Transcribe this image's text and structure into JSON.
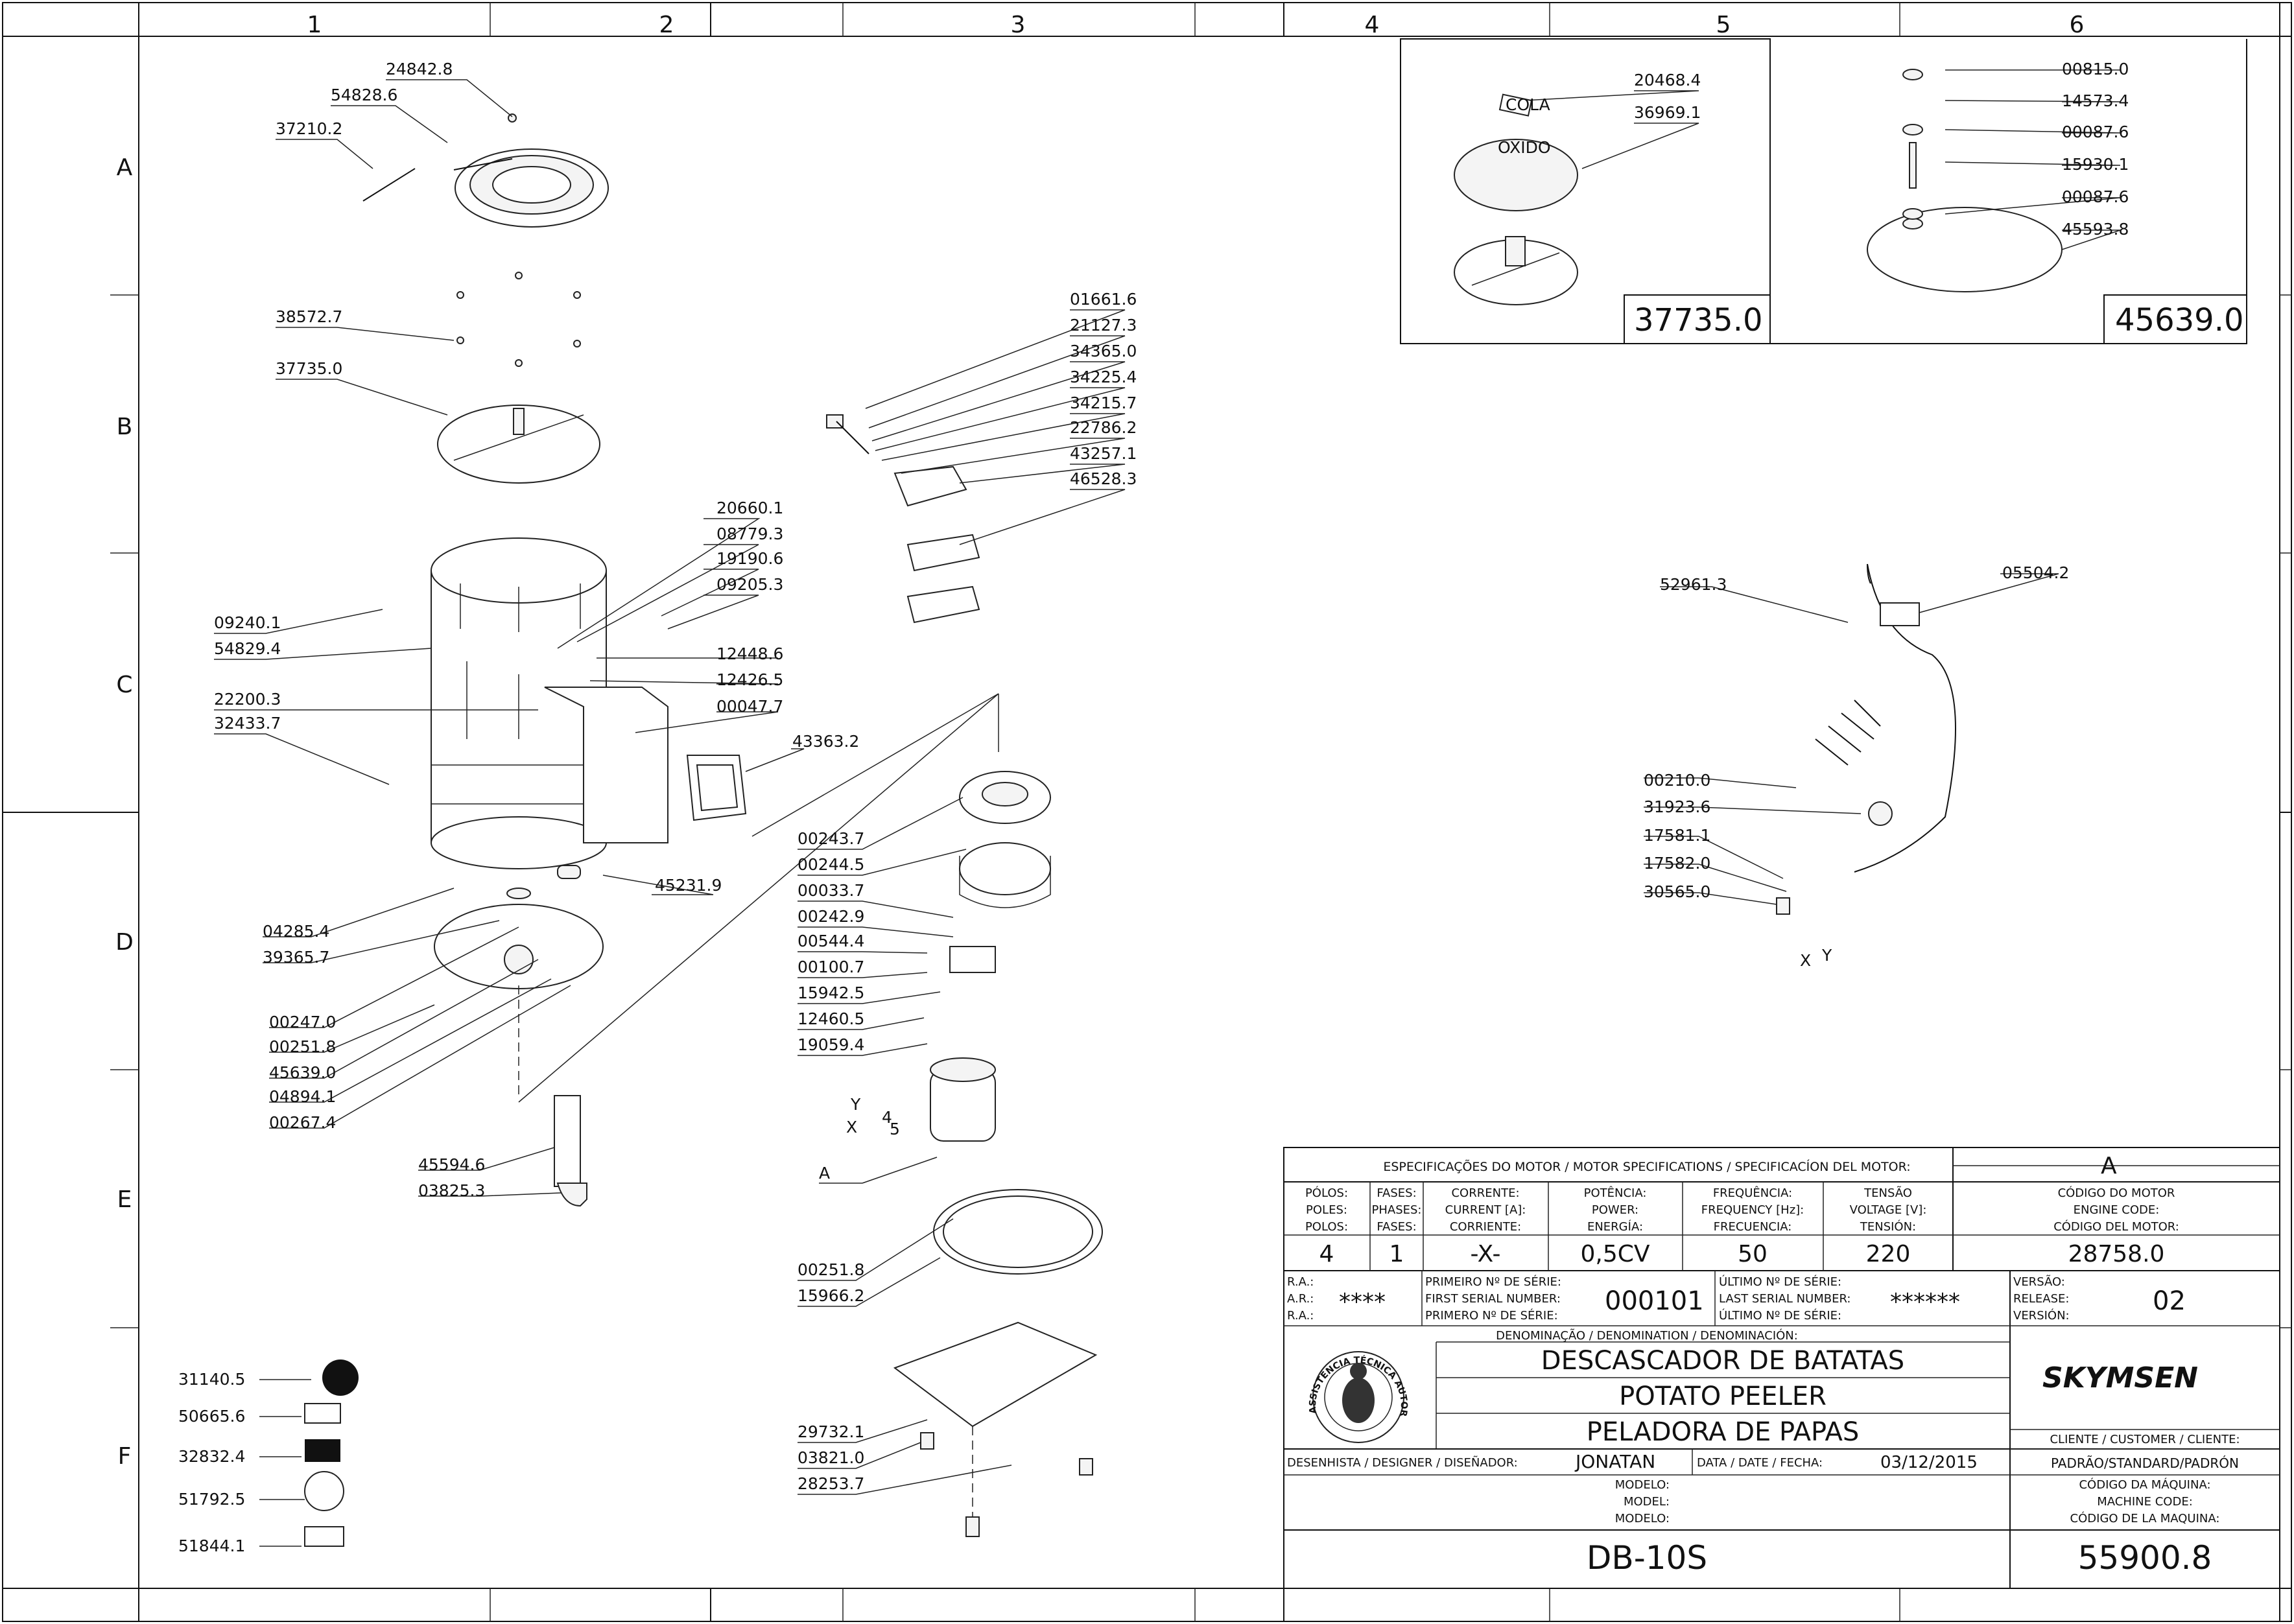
{
  "grid": {
    "columns": [
      "1",
      "2",
      "3",
      "4",
      "5",
      "6"
    ],
    "rows": [
      "A",
      "B",
      "C",
      "D",
      "E",
      "F"
    ]
  },
  "callouts": [
    {
      "text": "24842.8"
    },
    {
      "text": "54828.6"
    },
    {
      "text": "37210.2"
    },
    {
      "text": "38572.7"
    },
    {
      "text": "37735.0"
    },
    {
      "text": "09240.1"
    },
    {
      "text": "54829.4"
    },
    {
      "text": "22200.3"
    },
    {
      "text": "32433.7"
    },
    {
      "text": "20660.1"
    },
    {
      "text": "08779.3"
    },
    {
      "text": "19190.6"
    },
    {
      "text": "09205.3"
    },
    {
      "text": "12448.6"
    },
    {
      "text": "12426.5"
    },
    {
      "text": "00047.7"
    },
    {
      "text": "43363.2"
    },
    {
      "text": "45231.9"
    },
    {
      "text": "04285.4"
    },
    {
      "text": "39365.7"
    },
    {
      "text": "00247.0"
    },
    {
      "text": "00251.8"
    },
    {
      "text": "45639.0"
    },
    {
      "text": "04894.1"
    },
    {
      "text": "00267.4"
    },
    {
      "text": "45594.6"
    },
    {
      "text": "03825.3"
    },
    {
      "text": "31140.5"
    },
    {
      "text": "50665.6"
    },
    {
      "text": "32832.4"
    },
    {
      "text": "51792.5"
    },
    {
      "text": "51844.1"
    },
    {
      "text": "01661.6"
    },
    {
      "text": "21127.3"
    },
    {
      "text": "34365.0"
    },
    {
      "text": "34225.4"
    },
    {
      "text": "34215.7"
    },
    {
      "text": "22786.2"
    },
    {
      "text": "43257.1"
    },
    {
      "text": "46528.3"
    },
    {
      "text": "00243.7"
    },
    {
      "text": "00244.5"
    },
    {
      "text": "00033.7"
    },
    {
      "text": "00242.9"
    },
    {
      "text": "00544.4"
    },
    {
      "text": "00100.7"
    },
    {
      "text": "15942.5"
    },
    {
      "text": "12460.5"
    },
    {
      "text": "19059.4"
    },
    {
      "text": "00251.8"
    },
    {
      "text": "15966.2"
    },
    {
      "text": "29732.1"
    },
    {
      "text": "03821.0"
    },
    {
      "text": "28253.7"
    },
    {
      "text": "20468.4"
    },
    {
      "text": "36969.1"
    },
    {
      "text": "00815.0"
    },
    {
      "text": "14573.4"
    },
    {
      "text": "00087.6"
    },
    {
      "text": "15930.1"
    },
    {
      "text": "00087.6"
    },
    {
      "text": "45593.8"
    },
    {
      "text": "52961.3"
    },
    {
      "text": "05504.2"
    },
    {
      "text": "00210.0"
    },
    {
      "text": "31923.6"
    },
    {
      "text": "17581.1"
    },
    {
      "text": "17582.0"
    },
    {
      "text": "30565.0"
    }
  ],
  "detail_labels": {
    "motor_detail": "A",
    "box5_code": "37735.0",
    "box6_code": "45639.0",
    "cola_tag": "COLA",
    "oxido_tag": "OXIDO",
    "wire_tags": [
      "Y",
      "4",
      "5",
      "X",
      "Y",
      "X"
    ]
  },
  "title_block": {
    "motor_spec_header": "ESPECIFICAÇÕES DO MOTOR / MOTOR SPECIFICATIONS / SPECIFICACÍON DEL MOTOR:",
    "rev_letter": "A",
    "columns": [
      {
        "h1": "PÓLOS:",
        "h2": "POLES:",
        "h3": "POLOS:",
        "value": "4"
      },
      {
        "h1": "FASES:",
        "h2": "PHASES:",
        "h3": "FASES:",
        "value": "1"
      },
      {
        "h1": "CORRENTE:",
        "h2": "CURRENT [A]:",
        "h3": "CORRIENTE:",
        "value": "-X-"
      },
      {
        "h1": "POTÊNCIA:",
        "h2": "POWER:",
        "h3": "ENERGÍA:",
        "value": "0,5CV"
      },
      {
        "h1": "FREQUÊNCIA:",
        "h2": "FREQUENCY [Hz]:",
        "h3": "FRECUENCIA:",
        "value": "50"
      },
      {
        "h1": "TENSÃO",
        "h2": "VOLTAGE [V]:",
        "h3": "TENSIÓN:",
        "value": "220"
      },
      {
        "h1": "CÓDIGO DO MOTOR",
        "h2": "ENGINE CODE:",
        "h3": "CÓDIGO DEL MOTOR:",
        "value": "28758.0"
      }
    ],
    "ra_lines": [
      "R.A.:",
      "A.R.:",
      "R.A.:"
    ],
    "ra_value": "****",
    "first_serial_lines": [
      "PRIMEIRO Nº DE SÉRIE:",
      "FIRST SERIAL NUMBER:",
      "PRIMERO Nº DE SÉRIE:"
    ],
    "first_serial": "000101",
    "last_serial_lines": [
      "ÚLTIMO Nº DE SÉRIE:",
      "LAST SERIAL NUMBER:",
      "ÚLTIMO Nº DE SÉRIE:"
    ],
    "last_serial": "******",
    "version_lines": [
      "VERSÃO:",
      "RELEASE:",
      "VERSIÓN:"
    ],
    "version": "02",
    "denomination_label": "DENOMINAÇÃO / DENOMINATION / DENOMINACIÓN:",
    "names": [
      "DESCASCADOR DE BATATAS",
      "POTATO PEELER",
      "PELADORA DE PAPAS"
    ],
    "seal_text": "ASSISTÊNCIA TÉCNICA AUTORIZADA",
    "brand": "SKYMSEN",
    "client_label": "CLIENTE / CUSTOMER / CLIENTE:",
    "client_value": "PADRÃO/STANDARD/PADRÓN",
    "designer_label": "DESENHISTA / DESIGNER / DISEÑADOR:",
    "designer": "JONATAN",
    "date_label": "DATA / DATE / FECHA:",
    "date": "03/12/2015",
    "model_lines": [
      "MODELO:",
      "MODEL:",
      "MODELO:"
    ],
    "machine_code_lines": [
      "CÓDIGO DA MÁQUINA:",
      "MACHINE CODE:",
      "CÓDIGO DE LA MAQUINA:"
    ],
    "model": "DB-10S",
    "machine_code": "55900.8"
  }
}
